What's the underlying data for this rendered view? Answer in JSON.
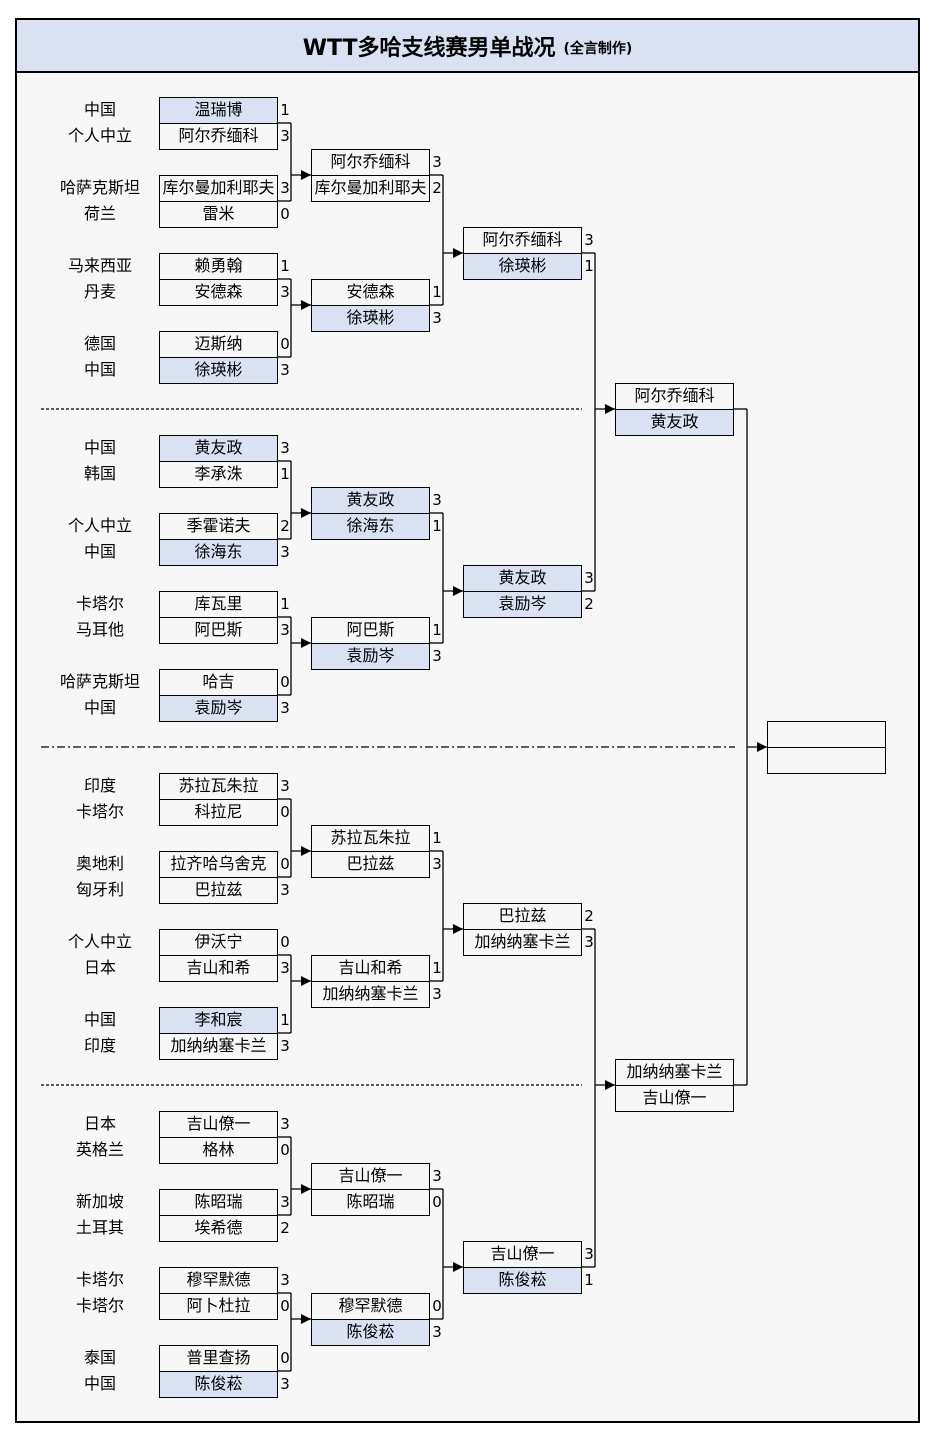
{
  "title": "WTT多哈支线赛男单战况",
  "subtitle": "(全言制作)",
  "colors": {
    "header_bg": "#d9e1f2",
    "highlight": "#d9e1f2",
    "body_bg": "#f7f7f7",
    "line": "#000000"
  },
  "quarters": [
    {
      "round1": [
        {
          "players": [
            {
              "country": "中国",
              "name": "温瑞博",
              "score": "1",
              "highlight": true
            },
            {
              "country": "个人中立",
              "name": "阿尔乔缅科",
              "score": "3",
              "highlight": false
            }
          ]
        },
        {
          "players": [
            {
              "country": "哈萨克斯坦",
              "name": "库尔曼加利耶夫",
              "score": "3",
              "highlight": false
            },
            {
              "country": "荷兰",
              "name": "雷米",
              "score": "0",
              "highlight": false
            }
          ]
        },
        {
          "players": [
            {
              "country": "马来西亚",
              "name": "赖勇翰",
              "score": "1",
              "highlight": false
            },
            {
              "country": "丹麦",
              "name": "安德森",
              "score": "3",
              "highlight": false
            }
          ]
        },
        {
          "players": [
            {
              "country": "德国",
              "name": "迈斯纳",
              "score": "0",
              "highlight": false
            },
            {
              "country": "中国",
              "name": "徐瑛彬",
              "score": "3",
              "highlight": true
            }
          ]
        }
      ],
      "round2": [
        {
          "players": [
            {
              "name": "阿尔乔缅科",
              "score": "3",
              "highlight": false
            },
            {
              "name": "库尔曼加利耶夫",
              "score": "2",
              "highlight": false
            }
          ]
        },
        {
          "players": [
            {
              "name": "安德森",
              "score": "1",
              "highlight": false
            },
            {
              "name": "徐瑛彬",
              "score": "3",
              "highlight": true
            }
          ]
        }
      ],
      "quarterfinal": {
        "players": [
          {
            "name": "阿尔乔缅科",
            "score": "3",
            "highlight": false
          },
          {
            "name": "徐瑛彬",
            "score": "1",
            "highlight": true
          }
        ]
      }
    },
    {
      "round1": [
        {
          "players": [
            {
              "country": "中国",
              "name": "黄友政",
              "score": "3",
              "highlight": true
            },
            {
              "country": "韩国",
              "name": "李承洙",
              "score": "1",
              "highlight": false
            }
          ]
        },
        {
          "players": [
            {
              "country": "个人中立",
              "name": "季霍诺夫",
              "score": "2",
              "highlight": false
            },
            {
              "country": "中国",
              "name": "徐海东",
              "score": "3",
              "highlight": true
            }
          ]
        },
        {
          "players": [
            {
              "country": "卡塔尔",
              "name": "库瓦里",
              "score": "1",
              "highlight": false
            },
            {
              "country": "马耳他",
              "name": "阿巴斯",
              "score": "3",
              "highlight": false
            }
          ]
        },
        {
          "players": [
            {
              "country": "哈萨克斯坦",
              "name": "哈吉",
              "score": "0",
              "highlight": false
            },
            {
              "country": "中国",
              "name": "袁励岑",
              "score": "3",
              "highlight": true
            }
          ]
        }
      ],
      "round2": [
        {
          "players": [
            {
              "name": "黄友政",
              "score": "3",
              "highlight": true
            },
            {
              "name": "徐海东",
              "score": "1",
              "highlight": true
            }
          ]
        },
        {
          "players": [
            {
              "name": "阿巴斯",
              "score": "1",
              "highlight": false
            },
            {
              "name": "袁励岑",
              "score": "3",
              "highlight": true
            }
          ]
        }
      ],
      "quarterfinal": {
        "players": [
          {
            "name": "黄友政",
            "score": "3",
            "highlight": true
          },
          {
            "name": "袁励岑",
            "score": "2",
            "highlight": true
          }
        ]
      }
    },
    {
      "round1": [
        {
          "players": [
            {
              "country": "印度",
              "name": "苏拉瓦朱拉",
              "score": "3",
              "highlight": false
            },
            {
              "country": "卡塔尔",
              "name": "科拉尼",
              "score": "0",
              "highlight": false
            }
          ]
        },
        {
          "players": [
            {
              "country": "奥地利",
              "name": "拉齐哈乌舍克",
              "score": "0",
              "highlight": false
            },
            {
              "country": "匈牙利",
              "name": "巴拉兹",
              "score": "3",
              "highlight": false
            }
          ]
        },
        {
          "players": [
            {
              "country": "个人中立",
              "name": "伊沃宁",
              "score": "0",
              "highlight": false
            },
            {
              "country": "日本",
              "name": "吉山和希",
              "score": "3",
              "highlight": false
            }
          ]
        },
        {
          "players": [
            {
              "country": "中国",
              "name": "李和宸",
              "score": "1",
              "highlight": true
            },
            {
              "country": "印度",
              "name": "加纳纳塞卡兰",
              "score": "3",
              "highlight": false
            }
          ]
        }
      ],
      "round2": [
        {
          "players": [
            {
              "name": "苏拉瓦朱拉",
              "score": "1",
              "highlight": false
            },
            {
              "name": "巴拉兹",
              "score": "3",
              "highlight": false
            }
          ]
        },
        {
          "players": [
            {
              "name": "吉山和希",
              "score": "1",
              "highlight": false
            },
            {
              "name": "加纳纳塞卡兰",
              "score": "3",
              "highlight": false
            }
          ]
        }
      ],
      "quarterfinal": {
        "players": [
          {
            "name": "巴拉兹",
            "score": "2",
            "highlight": false
          },
          {
            "name": "加纳纳塞卡兰",
            "score": "3",
            "highlight": false
          }
        ]
      }
    },
    {
      "round1": [
        {
          "players": [
            {
              "country": "日本",
              "name": "吉山僚一",
              "score": "3",
              "highlight": false
            },
            {
              "country": "英格兰",
              "name": "格林",
              "score": "0",
              "highlight": false
            }
          ]
        },
        {
          "players": [
            {
              "country": "新加坡",
              "name": "陈昭瑞",
              "score": "3",
              "highlight": false
            },
            {
              "country": "土耳其",
              "name": "埃希德",
              "score": "2",
              "highlight": false
            }
          ]
        },
        {
          "players": [
            {
              "country": "卡塔尔",
              "name": "穆罕默德",
              "score": "3",
              "highlight": false
            },
            {
              "country": "卡塔尔",
              "name": "阿卜杜拉",
              "score": "0",
              "highlight": false
            }
          ]
        },
        {
          "players": [
            {
              "country": "泰国",
              "name": "普里查扬",
              "score": "0",
              "highlight": false
            },
            {
              "country": "中国",
              "name": "陈俊菘",
              "score": "3",
              "highlight": true
            }
          ]
        }
      ],
      "round2": [
        {
          "players": [
            {
              "name": "吉山僚一",
              "score": "3",
              "highlight": false
            },
            {
              "name": "陈昭瑞",
              "score": "0",
              "highlight": false
            }
          ]
        },
        {
          "players": [
            {
              "name": "穆罕默德",
              "score": "0",
              "highlight": false
            },
            {
              "name": "陈俊菘",
              "score": "3",
              "highlight": true
            }
          ]
        }
      ],
      "quarterfinal": {
        "players": [
          {
            "name": "吉山僚一",
            "score": "3",
            "highlight": false
          },
          {
            "name": "陈俊菘",
            "score": "1",
            "highlight": true
          }
        ]
      }
    }
  ],
  "semifinals": [
    {
      "players": [
        {
          "name": "阿尔乔缅科",
          "score": "",
          "highlight": false
        },
        {
          "name": "黄友政",
          "score": "",
          "highlight": true
        }
      ]
    },
    {
      "players": [
        {
          "name": "加纳纳塞卡兰",
          "score": "",
          "highlight": false
        },
        {
          "name": "吉山僚一",
          "score": "",
          "highlight": false
        }
      ]
    }
  ],
  "final": {
    "players": [
      {
        "name": "",
        "score": "",
        "highlight": false
      },
      {
        "name": "",
        "score": "",
        "highlight": false
      }
    ]
  }
}
